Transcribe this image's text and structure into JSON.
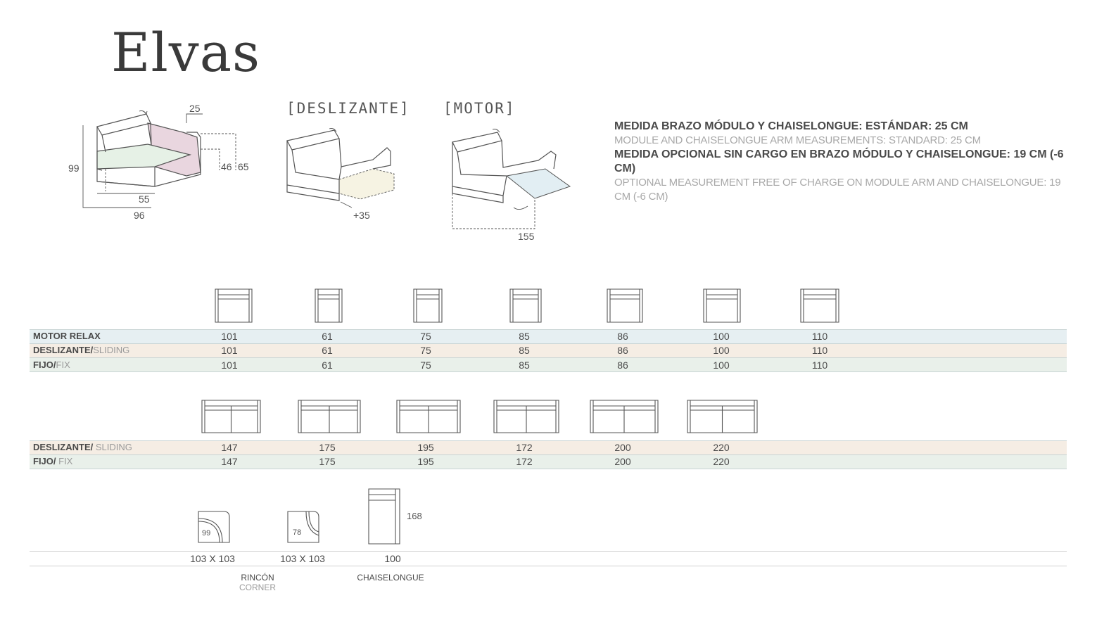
{
  "title": "Elvas",
  "diagrams": {
    "module": {
      "dims": {
        "arm": "25",
        "height": "99",
        "seat_height": "46",
        "arm_height": "65",
        "seat_depth": "55",
        "depth": "96"
      }
    },
    "sliding": {
      "label": "[DESLIZANTE]",
      "extension": "+35"
    },
    "motor": {
      "label": "[MOTOR]",
      "extended_depth": "155"
    }
  },
  "notes": {
    "line1_es": "MEDIDA BRAZO MÓDULO Y CHAISELONGUE: ESTÁNDAR: 25 CM",
    "line1_en": "MODULE AND CHAISELONGUE ARM MEASUREMENTS: STANDARD: 25 CM",
    "line2_es": "MEDIDA OPCIONAL SIN CARGO EN BRAZO MÓDULO Y CHAISELONGUE: 19 CM (-6 CM)",
    "line2_en": "OPTIONAL MEASUREMENT FREE OF CHARGE ON MODULE ARM AND CHAISELONGUE: 19 CM (-6 CM)"
  },
  "colors": {
    "motor_band": "#e6eff2",
    "sliding_band": "#f5ede4",
    "fix_band": "#e9f0ea",
    "arm_highlight": "#e9d6df",
    "seat_highlight": "#e6f1e6",
    "slide_highlight": "#f6f3e3",
    "motor_highlight": "#e2eef3"
  },
  "table1": {
    "rows": [
      {
        "label": "MOTOR RELAX",
        "sub": "",
        "values": [
          "101",
          "61",
          "75",
          "85",
          "86",
          "100",
          "110"
        ]
      },
      {
        "label": "DESLIZANTE/",
        "sub": "SLIDING",
        "values": [
          "101",
          "61",
          "75",
          "85",
          "86",
          "100",
          "110"
        ]
      },
      {
        "label": "FIJO/",
        "sub": "FIX",
        "values": [
          "101",
          "61",
          "75",
          "85",
          "86",
          "100",
          "110"
        ]
      }
    ]
  },
  "table2": {
    "rows": [
      {
        "label": "DESLIZANTE/",
        "sub": " SLIDING",
        "values": [
          "147",
          "175",
          "195",
          "172",
          "200",
          "220"
        ]
      },
      {
        "label": "FIJO/",
        "sub": " FIX",
        "values": [
          "147",
          "175",
          "195",
          "172",
          "200",
          "220"
        ]
      }
    ]
  },
  "extras": {
    "corner1": {
      "inner": "99",
      "size": "103 X 103"
    },
    "corner2": {
      "inner": "78",
      "size": "103 X 103"
    },
    "corner_caption": "RINCÓN",
    "corner_caption_en": "CORNER",
    "chaise": {
      "length": "168",
      "width": "100",
      "caption": "CHAISELONGUE"
    }
  }
}
